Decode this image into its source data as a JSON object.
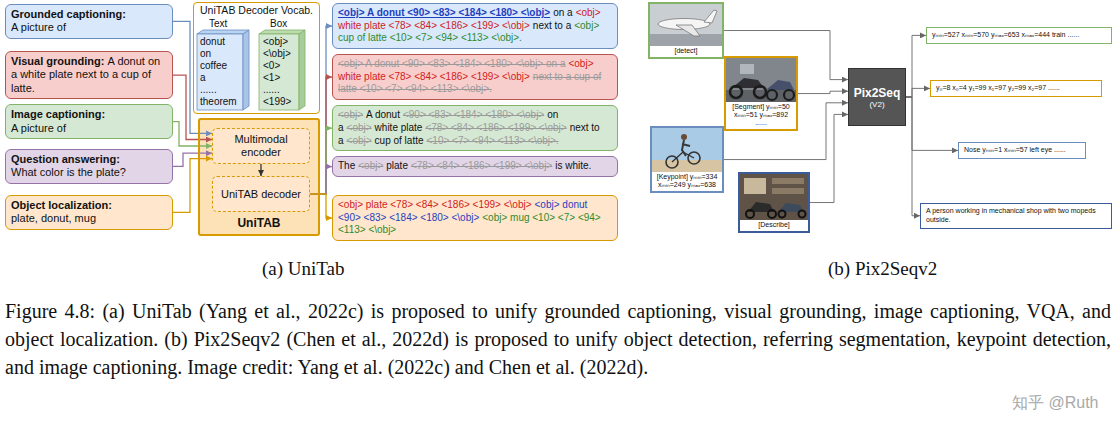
{
  "diagram": {
    "caption": "Figure 4.8: (a) UniTab (Yang et al., 2022c) is proposed to unify grounded captioning, visual grounding, image captioning, VQA, and object localization. (b) Pix2Seqv2 (Chen et al., 2022d) is proposed to unify object detection, referring segmentation, keypoint detection, and image captioning. Image credit: Yang et al. (2022c) and Chen et al. (2022d).",
    "nodes": [
      {
        "text": [
          "Grounded captioning:",
          "A picture of"
        ]
      },
      {
        "text": [
          "Visual grounding:",
          "A donut on a white plate next to a cup of latte."
        ]
      },
      {
        "text": [
          "Image captioning:",
          "A picture of"
        ]
      },
      {
        "text": [
          "Question answering:",
          "What color is the plate?"
        ]
      },
      {
        "text": [
          "Object localization:",
          "plate, donut, mug"
        ]
      },
      {
        "text": [
          "UniTAB Decoder Vocab."
        ]
      },
      {
        "text": [
          "UniTAB"
        ]
      },
      {
        "text": [
          "Multimodal encoder"
        ],
        "in": 6
      },
      {
        "text": [
          "UniTAB decoder"
        ],
        "in": 6
      },
      {
        "text": [
          "<obj> A donut <90> <83> <184> <180> <\\obj>",
          "on a",
          "<obj> white plate <78> <84> <186> <199> <\\obj>",
          "next to a",
          "<obj> cup of latte <10> <7> <94> <113> <\\obj>."
        ]
      },
      {
        "text": [
          "<obj> A donut <90> <83> <184> <180> <\\obj> on a",
          "<obj> white plate <78> <84> <186> <199> <\\obj>",
          "next to a cup of latte <10> <7> <94> <113> <\\obj>."
        ]
      },
      {
        "text": [
          "<obj>",
          "A donut",
          "<90> <83> <184> <180> <\\obj>",
          "on a",
          "<obj>",
          "white plate",
          "<78> <84> <186> <199> <\\obj>",
          "next to a",
          "<obj>",
          "cup of latte",
          "<10> <7> <94> <113> <\\obj>."
        ]
      },
      {
        "text": [
          "The",
          "<obj>",
          "plate",
          "<78> <84> <186> <199> <\\obj>",
          "is white."
        ]
      },
      {
        "text": [
          "<obj> plate <78> <84> <186> <199> <\\obj>",
          "<obj> donut <90> <83> <184> <180> <\\obj>",
          "<obj> mug <10> <7> <94> <113> <\\obj>"
        ]
      },
      {
        "text": [
          "[detect]"
        ]
      },
      {
        "text": [
          "[Segment] yₘᵢₙ=50 xₘᵢₙ=51 yₘₐₓ=892 ......"
        ]
      },
      {
        "text": [
          "[Keypoint] yₘᵢₙ=334 xₘᵢₙ=249 yₘₐₓ=638"
        ]
      },
      {
        "text": [
          "[Describe]"
        ]
      },
      {
        "text": [
          "Pix2Seq",
          "(V2)"
        ]
      },
      {
        "text": [
          "yₘᵢₙ=527 xₘᵢₙ=570 yₘₐₓ=653 xₘₐₓ=444 train ......"
        ]
      },
      {
        "text": [
          "y₀=8 x₀=4 y₁=99 x₁=97 y₂=99 x₂=97 ......"
        ]
      },
      {
        "text": [
          "Nose yₘᵢₙ=1 xₘᵢₙ=57 left eye ......"
        ]
      },
      {
        "text": [
          "A person working in mechanical shop with two mopeds outside."
        ]
      }
    ],
    "edges": [
      {
        "from": 0,
        "to": 7,
        "arrow": "to"
      },
      {
        "from": 1,
        "to": 7,
        "arrow": "to"
      },
      {
        "from": 2,
        "to": 7,
        "arrow": "to"
      },
      {
        "from": 3,
        "to": 7,
        "arrow": "to"
      },
      {
        "from": 4,
        "to": 7,
        "arrow": "to"
      },
      {
        "from": 7,
        "to": 8,
        "arrow": "to"
      },
      {
        "from": 8,
        "to": 9,
        "arrow": "to"
      },
      {
        "from": 8,
        "to": 10,
        "arrow": "to"
      },
      {
        "from": 8,
        "to": 11,
        "arrow": "to"
      },
      {
        "from": 8,
        "to": 12,
        "arrow": "to"
      },
      {
        "from": 8,
        "to": 13,
        "arrow": "to"
      },
      {
        "from": 14,
        "to": 18,
        "arrow": "to"
      },
      {
        "from": 15,
        "to": 18,
        "arrow": "to"
      },
      {
        "from": 16,
        "to": 18,
        "arrow": "to"
      },
      {
        "from": 17,
        "to": 18,
        "arrow": "to"
      },
      {
        "from": 18,
        "to": 19,
        "arrow": "to"
      },
      {
        "from": 18,
        "to": 20,
        "arrow": "to"
      },
      {
        "from": 18,
        "to": 21,
        "arrow": "to"
      },
      {
        "from": 18,
        "to": 22,
        "arrow": "to"
      }
    ],
    "labels": [
      "(a) UniTab",
      "(b) Pix2Seqv2",
      "Text",
      "Box",
      "donut",
      "on",
      "coffee",
      "a",
      "......",
      "theorem",
      "<obj>",
      "<\\obj>",
      "<0>",
      "<1>",
      "......",
      "<199>",
      "知乎 @Ruth"
    ]
  }
}
